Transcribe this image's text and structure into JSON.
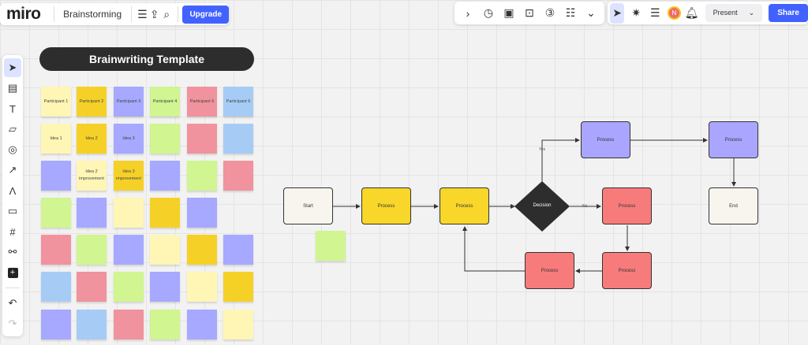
{
  "topbar": {
    "logo": "miro",
    "board_title": "Brainstorming",
    "upgrade": "Upgrade"
  },
  "rightbar": {
    "present": "Present",
    "share": "Share",
    "avatar_initial": "N"
  },
  "template": {
    "title": "Brainwriting Template",
    "colors": {
      "yl": "#fff6b6",
      "gd": "#f5d128",
      "pu": "#a6a9ff",
      "gr": "#d0f591",
      "pk": "#f0939e",
      "bl": "#a6ccf5"
    },
    "rows": [
      [
        [
          "yl",
          "Participant 1"
        ],
        [
          "gd",
          "Participant 2"
        ],
        [
          "pu",
          "Participant 3"
        ],
        [
          "gr",
          "Participant 4"
        ],
        [
          "pk",
          "Participant 5"
        ],
        [
          "bl",
          "Participant 6"
        ]
      ],
      [
        [
          "yl",
          "Idea 1"
        ],
        [
          "gd",
          "Idea 2"
        ],
        [
          "pu",
          "Idea 3"
        ],
        [
          "gr",
          ""
        ],
        [
          "pk",
          ""
        ],
        [
          "bl",
          ""
        ]
      ],
      [
        [
          "pu",
          ""
        ],
        [
          "yl",
          "Idea 2 improvement"
        ],
        [
          "gd",
          "Idea 3 improvement"
        ],
        [
          "pu",
          ""
        ],
        [
          "gr",
          ""
        ],
        [
          "pk",
          ""
        ]
      ],
      [
        [
          "gr",
          ""
        ],
        [
          "pu",
          ""
        ],
        [
          "yl",
          ""
        ],
        [
          "gd",
          ""
        ],
        [
          "pu",
          ""
        ],
        null
      ],
      [
        [
          "pk",
          ""
        ],
        [
          "gr",
          ""
        ],
        [
          "pu",
          ""
        ],
        [
          "yl",
          ""
        ],
        [
          "gd",
          ""
        ],
        [
          "pu",
          ""
        ]
      ],
      [
        [
          "bl",
          ""
        ],
        [
          "pk",
          ""
        ],
        [
          "gr",
          ""
        ],
        [
          "pu",
          ""
        ],
        [
          "yl",
          ""
        ],
        [
          "gd",
          ""
        ]
      ],
      [
        [
          "pu",
          ""
        ],
        [
          "bl",
          ""
        ],
        [
          "pk",
          ""
        ],
        [
          "gr",
          ""
        ],
        [
          "pu",
          ""
        ],
        [
          "yl",
          ""
        ]
      ]
    ]
  },
  "flow": {
    "start": "Start",
    "process": "Process",
    "decision": "Decision",
    "end": "End",
    "yes": "Yes",
    "no": "No"
  }
}
